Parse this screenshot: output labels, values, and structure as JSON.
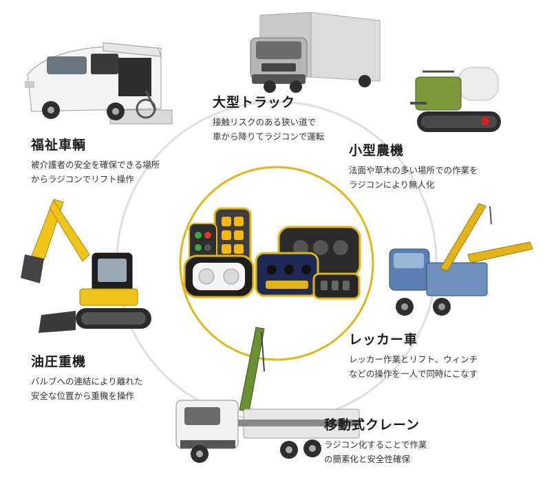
{
  "colors": {
    "accent": "#e2b418",
    "ring": "#dddddd",
    "text": "#1a1a1a"
  },
  "center": {
    "title": "",
    "icon": "radio-remote-controllers"
  },
  "items": [
    {
      "key": "truck",
      "icon": "box-truck",
      "title": "大型トラック",
      "lines": [
        "接触リスクのある狭い道で",
        "車から降りてラジコンで運転"
      ]
    },
    {
      "key": "agri",
      "icon": "agricultural-machine",
      "title": "小型農機",
      "lines": [
        "法面や草木の多い場所での作業を",
        "ラジコンにより無人化"
      ]
    },
    {
      "key": "wrecker",
      "icon": "tow-truck",
      "title": "レッカー車",
      "lines": [
        "レッカー作業とリフト、ウィンチ",
        "などの操作を一人で同時にこなす"
      ]
    },
    {
      "key": "crane",
      "icon": "truck-crane",
      "title": "移動式クレーン",
      "lines": [
        "ラジコン化することで作業",
        "の簡素化と安全性確保"
      ]
    },
    {
      "key": "excavator",
      "icon": "hydraulic-excavator",
      "title": "油圧重機",
      "lines": [
        "バルブへの連結により離れた",
        "安全な位置から重機を操作"
      ]
    },
    {
      "key": "welfare",
      "icon": "welfare-van",
      "title": "福祉車輌",
      "lines": [
        "被介護者の安全を確保できる場所",
        "からラジコンでリフト操作"
      ]
    }
  ]
}
